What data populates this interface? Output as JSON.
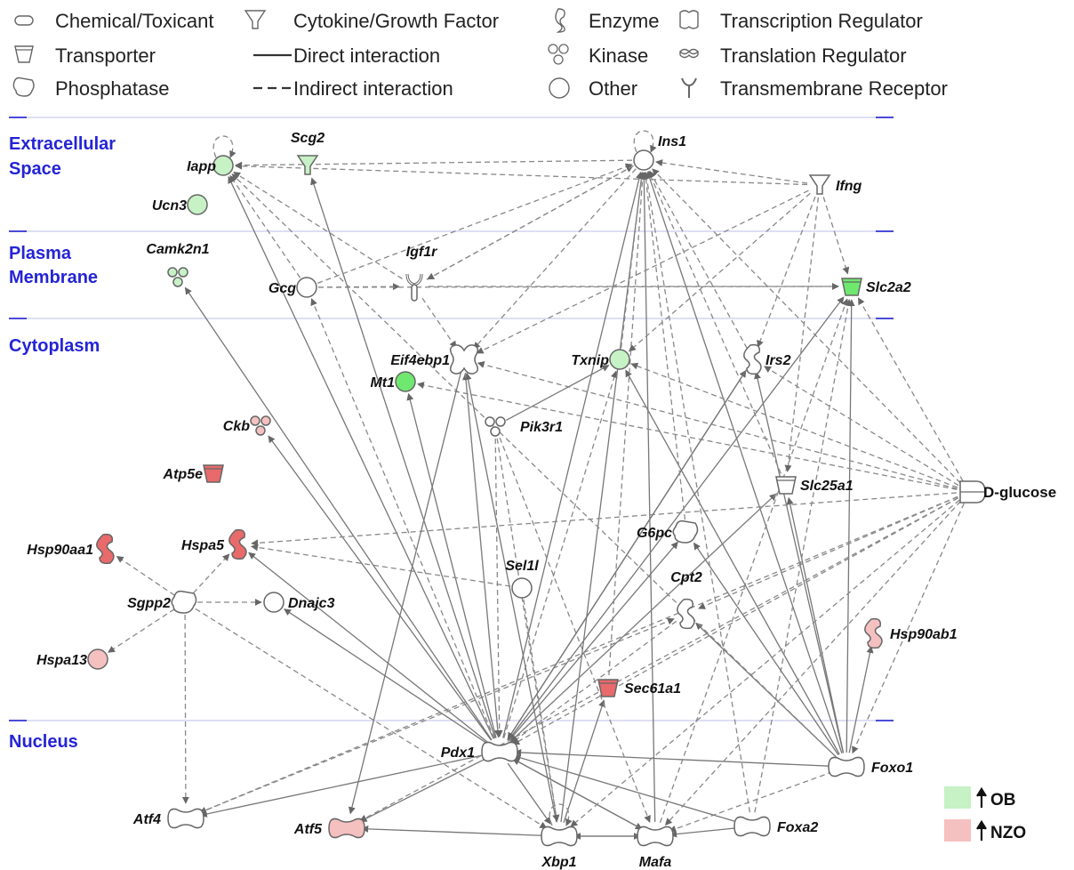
{
  "legend": {
    "items": [
      {
        "id": "chemical",
        "label": "Chemical/Toxicant",
        "icon": "chemical-icon"
      },
      {
        "id": "cytokine",
        "label": "Cytokine/Growth Factor",
        "icon": "cytokine-icon"
      },
      {
        "id": "enzyme",
        "label": "Enzyme",
        "icon": "enzyme-icon"
      },
      {
        "id": "transcription",
        "label": "Transcription Regulator",
        "icon": "transcription-regulator-icon"
      },
      {
        "id": "transporter",
        "label": "Transporter",
        "icon": "transporter-icon"
      },
      {
        "id": "direct",
        "label": "Direct interaction",
        "icon": "solid-line-icon"
      },
      {
        "id": "kinase",
        "label": "Kinase",
        "icon": "kinase-icon"
      },
      {
        "id": "translation",
        "label": "Translation Regulator",
        "icon": "translation-regulator-icon"
      },
      {
        "id": "phosphatase",
        "label": "Phosphatase",
        "icon": "phosphatase-icon"
      },
      {
        "id": "indirect",
        "label": "Indirect interaction",
        "icon": "dashed-line-icon"
      },
      {
        "id": "other",
        "label": "Other",
        "icon": "other-icon"
      },
      {
        "id": "transmembrane",
        "label": "Transmembrane Receptor",
        "icon": "transmembrane-receptor-icon"
      }
    ]
  },
  "layers": [
    {
      "id": "extracellular",
      "lines": [
        "Extracellular",
        "Space"
      ]
    },
    {
      "id": "plasma",
      "lines": [
        "Plasma",
        "Membrane"
      ]
    },
    {
      "id": "cytoplasm",
      "lines": [
        "Cytoplasm"
      ]
    },
    {
      "id": "nucleus",
      "lines": [
        "Nucleus"
      ]
    }
  ],
  "colors": {
    "green": "#6ee86e",
    "light_green": "#c6f2c6",
    "red": "#e86a6a",
    "light_red": "#f5c0c0",
    "none": "#ffffff",
    "layer_text": "#2424d6",
    "edge": "#777777"
  },
  "nodes": [
    {
      "id": "Iapp",
      "label": "Iapp",
      "shape": "other",
      "color": "light_green"
    },
    {
      "id": "Scg2",
      "label": "Scg2",
      "shape": "cytokine",
      "color": "light_green"
    },
    {
      "id": "Ucn3",
      "label": "Ucn3",
      "shape": "other",
      "color": "light_green"
    },
    {
      "id": "Ins1",
      "label": "Ins1",
      "shape": "other",
      "color": "none"
    },
    {
      "id": "Ifng",
      "label": "Ifng",
      "shape": "cytokine",
      "color": "none"
    },
    {
      "id": "Camk2n1",
      "label": "Camk2n1",
      "shape": "kinase",
      "color": "light_green"
    },
    {
      "id": "Gcg",
      "label": "Gcg",
      "shape": "other",
      "color": "none"
    },
    {
      "id": "Igf1r",
      "label": "Igf1r",
      "shape": "transmembrane",
      "color": "none"
    },
    {
      "id": "Slc2a2",
      "label": "Slc2a2",
      "shape": "transporter",
      "color": "green"
    },
    {
      "id": "Eif4ebp1",
      "label": "Eif4ebp1",
      "shape": "translation",
      "color": "none"
    },
    {
      "id": "Txnip",
      "label": "Txnip",
      "shape": "other",
      "color": "light_green"
    },
    {
      "id": "Irs2",
      "label": "Irs2",
      "shape": "enzyme",
      "color": "none"
    },
    {
      "id": "Mt1",
      "label": "Mt1",
      "shape": "other",
      "color": "green"
    },
    {
      "id": "Pik3r1",
      "label": "Pik3r1",
      "shape": "kinase",
      "color": "none"
    },
    {
      "id": "Ckb",
      "label": "Ckb",
      "shape": "kinase",
      "color": "light_red"
    },
    {
      "id": "Atp5e",
      "label": "Atp5e",
      "shape": "transporter",
      "color": "red"
    },
    {
      "id": "Slc25a1",
      "label": "Slc25a1",
      "shape": "transporter",
      "color": "none"
    },
    {
      "id": "D-glucose",
      "label": "D-glucose",
      "shape": "chemical",
      "color": "none"
    },
    {
      "id": "Hsp90aa1",
      "label": "Hsp90aa1",
      "shape": "enzyme",
      "color": "red"
    },
    {
      "id": "Hspa5",
      "label": "Hspa5",
      "shape": "enzyme",
      "color": "red"
    },
    {
      "id": "G6pc",
      "label": "G6pc",
      "shape": "phosphatase",
      "color": "none"
    },
    {
      "id": "Sel1l",
      "label": "Sel1l",
      "shape": "other",
      "color": "none"
    },
    {
      "id": "Sgpp2",
      "label": "Sgpp2",
      "shape": "phosphatase",
      "color": "none"
    },
    {
      "id": "Dnajc3",
      "label": "Dnajc3",
      "shape": "other",
      "color": "none"
    },
    {
      "id": "Cpt2",
      "label": "Cpt2",
      "shape": "enzyme",
      "color": "none"
    },
    {
      "id": "Hsp90ab1",
      "label": "Hsp90ab1",
      "shape": "enzyme",
      "color": "light_red"
    },
    {
      "id": "Hspa13",
      "label": "Hspa13",
      "shape": "other",
      "color": "light_red"
    },
    {
      "id": "Sec61a1",
      "label": "Sec61a1",
      "shape": "transporter",
      "color": "red"
    },
    {
      "id": "Pdx1",
      "label": "Pdx1",
      "shape": "transcription",
      "color": "none"
    },
    {
      "id": "Foxo1",
      "label": "Foxo1",
      "shape": "transcription",
      "color": "none"
    },
    {
      "id": "Atf4",
      "label": "Atf4",
      "shape": "transcription",
      "color": "none"
    },
    {
      "id": "Atf5",
      "label": "Atf5",
      "shape": "transcription",
      "color": "light_red"
    },
    {
      "id": "Xbp1",
      "label": "Xbp1",
      "shape": "transcription",
      "color": "none"
    },
    {
      "id": "Mafa",
      "label": "Mafa",
      "shape": "transcription",
      "color": "none"
    },
    {
      "id": "Foxa2",
      "label": "Foxa2",
      "shape": "transcription",
      "color": "none"
    }
  ],
  "edges": [
    {
      "from": "Pdx1",
      "to": "Iapp",
      "kind": "direct"
    },
    {
      "from": "Pdx1",
      "to": "Scg2",
      "kind": "direct"
    },
    {
      "from": "Pdx1",
      "to": "Camk2n1",
      "kind": "direct"
    },
    {
      "from": "Pdx1",
      "to": "Mt1",
      "kind": "direct"
    },
    {
      "from": "Pdx1",
      "to": "Eif4ebp1",
      "kind": "direct"
    },
    {
      "from": "Pdx1",
      "to": "Ins1",
      "kind": "direct"
    },
    {
      "from": "Pdx1",
      "to": "Ckb",
      "kind": "direct"
    },
    {
      "from": "Pdx1",
      "to": "Hspa5",
      "kind": "direct"
    },
    {
      "from": "Pdx1",
      "to": "Dnajc3",
      "kind": "direct"
    },
    {
      "from": "Pdx1",
      "to": "Slc2a2",
      "kind": "direct"
    },
    {
      "from": "Pdx1",
      "to": "Irs2",
      "kind": "direct"
    },
    {
      "from": "Pdx1",
      "to": "Atf5",
      "kind": "direct"
    },
    {
      "from": "Pdx1",
      "to": "Atf4",
      "kind": "direct"
    },
    {
      "from": "Pdx1",
      "to": "Mafa",
      "kind": "direct"
    },
    {
      "from": "Pdx1",
      "to": "Xbp1",
      "kind": "direct"
    },
    {
      "from": "Pdx1",
      "to": "Slc25a1",
      "kind": "direct"
    },
    {
      "from": "Pdx1",
      "to": "G6pc",
      "kind": "direct"
    },
    {
      "from": "Pdx1",
      "to": "Txnip",
      "kind": "indirect"
    },
    {
      "from": "Pdx1",
      "to": "Gcg",
      "kind": "indirect"
    },
    {
      "from": "Xbp1",
      "to": "Ins1",
      "kind": "direct"
    },
    {
      "from": "Xbp1",
      "to": "Mafa",
      "kind": "direct"
    },
    {
      "from": "Xbp1",
      "to": "Eif4ebp1",
      "kind": "direct"
    },
    {
      "from": "Xbp1",
      "to": "Sec61a1",
      "kind": "direct"
    },
    {
      "from": "Xbp1",
      "to": "Xbp1",
      "kind": "indirect"
    },
    {
      "from": "Xbp1",
      "to": "Atf5",
      "kind": "direct"
    },
    {
      "from": "Mafa",
      "to": "Ins1",
      "kind": "direct"
    },
    {
      "from": "Mafa",
      "to": "Slc2a2",
      "kind": "indirect"
    },
    {
      "from": "Mafa",
      "to": "Pdx1",
      "kind": "direct"
    },
    {
      "from": "Mafa",
      "to": "Xbp1",
      "kind": "direct"
    },
    {
      "from": "Foxo1",
      "to": "Pdx1",
      "kind": "direct"
    },
    {
      "from": "Foxo1",
      "to": "Ins1",
      "kind": "direct"
    },
    {
      "from": "Foxo1",
      "to": "Irs2",
      "kind": "direct"
    },
    {
      "from": "Foxo1",
      "to": "Slc2a2",
      "kind": "direct"
    },
    {
      "from": "Foxo1",
      "to": "Hsp90ab1",
      "kind": "direct"
    },
    {
      "from": "Foxo1",
      "to": "G6pc",
      "kind": "direct"
    },
    {
      "from": "Foxo1",
      "to": "Mafa",
      "kind": "indirect"
    },
    {
      "from": "Foxo1",
      "to": "Txnip",
      "kind": "direct"
    },
    {
      "from": "Foxo1",
      "to": "Cpt2",
      "kind": "direct"
    },
    {
      "from": "Foxo1",
      "to": "Slc25a1",
      "kind": "direct"
    },
    {
      "from": "Foxo1",
      "to": "Iapp",
      "kind": "indirect"
    },
    {
      "from": "Foxa2",
      "to": "Pdx1",
      "kind": "direct"
    },
    {
      "from": "Foxa2",
      "to": "Mafa",
      "kind": "direct"
    },
    {
      "from": "Foxa2",
      "to": "Slc2a2",
      "kind": "indirect"
    },
    {
      "from": "Foxa2",
      "to": "Ins1",
      "kind": "indirect"
    },
    {
      "from": "D-glucose",
      "to": "Ins1",
      "kind": "indirect"
    },
    {
      "from": "D-glucose",
      "to": "Slc2a2",
      "kind": "indirect"
    },
    {
      "from": "D-glucose",
      "to": "Txnip",
      "kind": "indirect"
    },
    {
      "from": "D-glucose",
      "to": "Mt1",
      "kind": "indirect"
    },
    {
      "from": "D-glucose",
      "to": "Irs2",
      "kind": "indirect"
    },
    {
      "from": "D-glucose",
      "to": "Hspa5",
      "kind": "indirect"
    },
    {
      "from": "D-glucose",
      "to": "Eif4ebp1",
      "kind": "indirect"
    },
    {
      "from": "D-glucose",
      "to": "Pdx1",
      "kind": "indirect"
    },
    {
      "from": "D-glucose",
      "to": "Xbp1",
      "kind": "indirect"
    },
    {
      "from": "D-glucose",
      "to": "Mafa",
      "kind": "indirect"
    },
    {
      "from": "D-glucose",
      "to": "Foxo1",
      "kind": "indirect"
    },
    {
      "from": "D-glucose",
      "to": "Atf4",
      "kind": "indirect"
    },
    {
      "from": "D-glucose",
      "to": "Cpt2",
      "kind": "indirect"
    },
    {
      "from": "D-glucose",
      "to": "Atf5",
      "kind": "indirect"
    },
    {
      "from": "Ifng",
      "to": "Ins1",
      "kind": "indirect"
    },
    {
      "from": "Ifng",
      "to": "Slc2a2",
      "kind": "indirect"
    },
    {
      "from": "Ifng",
      "to": "Irs2",
      "kind": "indirect"
    },
    {
      "from": "Ifng",
      "to": "Txnip",
      "kind": "indirect"
    },
    {
      "from": "Ifng",
      "to": "Eif4ebp1",
      "kind": "indirect"
    },
    {
      "from": "Ifng",
      "to": "Iapp",
      "kind": "indirect"
    },
    {
      "from": "Ifng",
      "to": "Slc25a1",
      "kind": "indirect"
    },
    {
      "from": "Gcg",
      "to": "Igf1r",
      "kind": "indirect"
    },
    {
      "from": "Gcg",
      "to": "Ins1",
      "kind": "indirect"
    },
    {
      "from": "Gcg",
      "to": "Slc2a2",
      "kind": "indirect"
    },
    {
      "from": "Gcg",
      "to": "Iapp",
      "kind": "indirect"
    },
    {
      "from": "Igf1r",
      "to": "Slc2a2",
      "kind": "indirect"
    },
    {
      "from": "Igf1r",
      "to": "Eif4ebp1",
      "kind": "indirect"
    },
    {
      "from": "Igf1r",
      "to": "Iapp",
      "kind": "indirect"
    },
    {
      "from": "Igf1r",
      "to": "Ins1",
      "kind": "indirect"
    },
    {
      "from": "Ins1",
      "to": "Iapp",
      "kind": "indirect"
    },
    {
      "from": "Ins1",
      "to": "Igf1r",
      "kind": "indirect"
    },
    {
      "from": "Ins1",
      "to": "Eif4ebp1",
      "kind": "indirect"
    },
    {
      "from": "Ins1",
      "to": "Ins1",
      "kind": "indirect"
    },
    {
      "from": "Iapp",
      "to": "Iapp",
      "kind": "indirect"
    },
    {
      "from": "Pik3r1",
      "to": "Txnip",
      "kind": "direct"
    },
    {
      "from": "Pik3r1",
      "to": "Xbp1",
      "kind": "indirect"
    },
    {
      "from": "Pik3r1",
      "to": "Pdx1",
      "kind": "indirect"
    },
    {
      "from": "Pik3r1",
      "to": "Mafa",
      "kind": "indirect"
    },
    {
      "from": "Sel1l",
      "to": "Hspa5",
      "kind": "indirect"
    },
    {
      "from": "Sel1l",
      "to": "Xbp1",
      "kind": "indirect"
    },
    {
      "from": "Sgpp2",
      "to": "Hsp90aa1",
      "kind": "indirect"
    },
    {
      "from": "Sgpp2",
      "to": "Hspa5",
      "kind": "indirect"
    },
    {
      "from": "Sgpp2",
      "to": "Dnajc3",
      "kind": "indirect"
    },
    {
      "from": "Sgpp2",
      "to": "Hspa13",
      "kind": "indirect"
    },
    {
      "from": "Sgpp2",
      "to": "Atf4",
      "kind": "indirect"
    },
    {
      "from": "Sgpp2",
      "to": "Xbp1",
      "kind": "indirect"
    },
    {
      "from": "Atf4",
      "to": "Cpt2",
      "kind": "indirect"
    },
    {
      "from": "Cpt2",
      "to": "Pdx1",
      "kind": "indirect"
    },
    {
      "from": "Slc25a1",
      "to": "Pdx1",
      "kind": "indirect"
    },
    {
      "from": "Slc25a1",
      "to": "Ins1",
      "kind": "indirect"
    },
    {
      "from": "Irs2",
      "to": "Pdx1",
      "kind": "direct"
    },
    {
      "from": "Irs2",
      "to": "Ins1",
      "kind": "indirect"
    },
    {
      "from": "Eif4ebp1",
      "to": "Atf5",
      "kind": "direct"
    },
    {
      "from": "Eif4ebp1",
      "to": "Pdx1",
      "kind": "indirect"
    },
    {
      "from": "G6pc",
      "to": "Ins1",
      "kind": "indirect"
    },
    {
      "from": "Txnip",
      "to": "Ins1",
      "kind": "indirect"
    },
    {
      "from": "Sec61a1",
      "to": "Ins1",
      "kind": "indirect"
    }
  ],
  "key": {
    "items": [
      {
        "id": "ob",
        "label": "OB",
        "color": "light_green"
      },
      {
        "id": "nzo",
        "label": "NZO",
        "color": "light_red"
      }
    ]
  }
}
